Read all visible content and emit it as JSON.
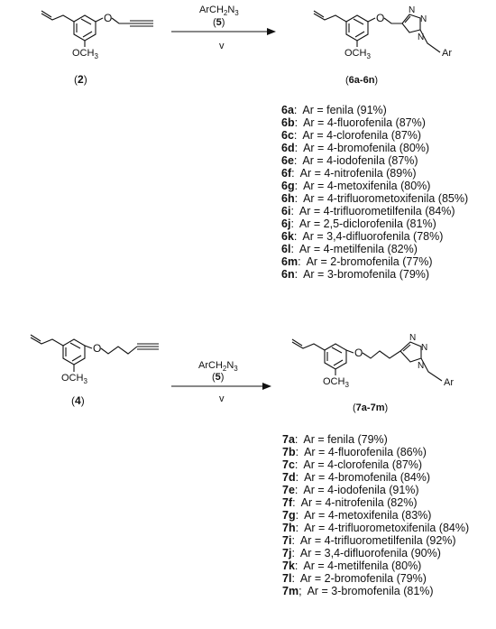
{
  "scheme1": {
    "reagent_top": "ArCH",
    "reagent_sub": "2",
    "reagent_rest": "N",
    "reagent_sub2": "3",
    "reagent_number": "5",
    "condition": "v",
    "start_label": "2",
    "product_label": "6a-6n",
    "och3_left": "OCH",
    "och3_right": "OCH",
    "och3_sub": "3",
    "ar": "Ar",
    "n": "N",
    "items": [
      {
        "code": "6a",
        "sep": ":",
        "text": "Ar = fenila (91%)"
      },
      {
        "code": "6b",
        "sep": ":",
        "text": "Ar = 4-fluorofenila (87%)"
      },
      {
        "code": "6c",
        "sep": ":",
        "text": "Ar = 4-clorofenila (87%)"
      },
      {
        "code": "6d",
        "sep": ":",
        "text": "Ar = 4-bromofenila (80%)"
      },
      {
        "code": "6e",
        "sep": ":",
        "text": "Ar = 4-iodofenila (87%)"
      },
      {
        "code": "6f",
        "sep": ":",
        "text": "Ar = 4-nitrofenila (89%)"
      },
      {
        "code": "6g",
        "sep": ":",
        "text": "Ar = 4-metoxifenila (80%)"
      },
      {
        "code": "6h",
        "sep": ":",
        "text": "Ar = 4-trifluorometoxifenila (85%)"
      },
      {
        "code": "6i",
        "sep": ":",
        "text": "Ar = 4-trifluorometilfenila (84%)"
      },
      {
        "code": "6j",
        "sep": ":",
        "text": "Ar = 2,5-diclorofenila (81%)"
      },
      {
        "code": "6k",
        "sep": ":",
        "text": "Ar = 3,4-difluorofenila (78%)"
      },
      {
        "code": "6l",
        "sep": ":",
        "text": "Ar =  4-metilfenila (82%)"
      },
      {
        "code": "6m",
        "sep": ":",
        "text": "Ar =  2-bromofenila (77%)"
      },
      {
        "code": "6n",
        "sep": ":",
        "text": "Ar =  3-bromofenila (79%)"
      }
    ]
  },
  "scheme2": {
    "reagent_top": "ArCH",
    "reagent_sub": "2",
    "reagent_rest": "N",
    "reagent_sub2": "3",
    "reagent_number": "5",
    "condition": "v",
    "start_label": "4",
    "product_label": "7a-7m",
    "och3_left": "OCH",
    "och3_right": "OCH",
    "och3_sub": "3",
    "ar": "Ar",
    "n": "N",
    "items": [
      {
        "code": "7a",
        "sep": ":",
        "text": "Ar = fenila (79%)"
      },
      {
        "code": "7b",
        "sep": ":",
        "text": "Ar = 4-fluorofenila (86%)"
      },
      {
        "code": "7c",
        "sep": ":",
        "text": "Ar = 4-clorofenila (87%)"
      },
      {
        "code": "7d",
        "sep": ":",
        "text": "Ar = 4-bromofenila (84%)"
      },
      {
        "code": "7e",
        "sep": ":",
        "text": "Ar = 4-iodofenila (91%)"
      },
      {
        "code": "7f",
        "sep": ":",
        "text": "Ar = 4-nitrofenila (82%)"
      },
      {
        "code": "7g",
        "sep": ":",
        "text": "Ar = 4-metoxifenila (83%)"
      },
      {
        "code": "7h",
        "sep": ":",
        "text": "Ar = 4-trifluorometoxifenila (84%)"
      },
      {
        "code": "7i",
        "sep": ":",
        "text": "Ar = 4-trifluorometilfenila (92%)"
      },
      {
        "code": "7j",
        "sep": ":",
        "text": "Ar = 3,4-difluorofenila (90%)"
      },
      {
        "code": "7k",
        "sep": ":",
        "text": "Ar =  4-metilfenila (80%)"
      },
      {
        "code": "7l",
        "sep": ":",
        "text": "Ar =  2-bromofenila (79%)"
      },
      {
        "code": "7m",
        "sep": ";",
        "text": "Ar =  3-bromofenila (81%)"
      }
    ]
  }
}
